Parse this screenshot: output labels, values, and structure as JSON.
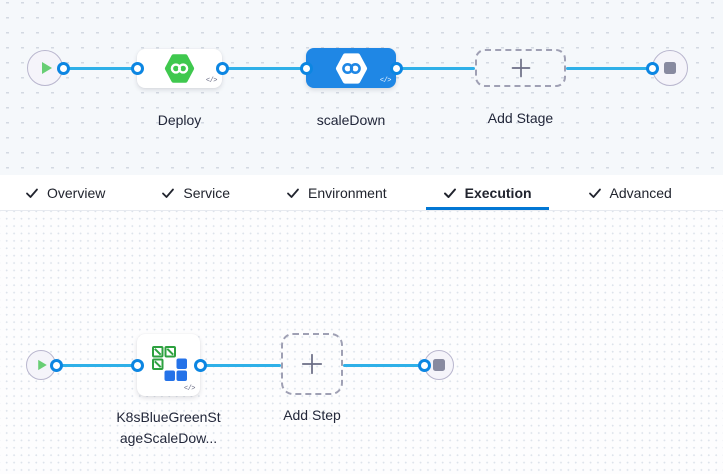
{
  "icons": {
    "code_glyph": "</>"
  },
  "pipeline": {
    "start_node": {
      "icon": "play-icon"
    },
    "end_node": {
      "icon": "stop-icon"
    },
    "stages": [
      {
        "label": "Deploy",
        "type": "cd-stage",
        "icon": "harness-cd-hexagon-icon",
        "selected": false
      },
      {
        "label": "scaleDown",
        "type": "cd-stage",
        "icon": "harness-cd-hexagon-icon",
        "selected": true
      },
      {
        "label": "Add Stage",
        "type": "add-placeholder",
        "icon": "plus-icon"
      }
    ]
  },
  "tabs": [
    {
      "label": "Overview",
      "checked": true,
      "active": false
    },
    {
      "label": "Service",
      "checked": true,
      "active": false
    },
    {
      "label": "Environment",
      "checked": true,
      "active": false
    },
    {
      "label": "Execution",
      "checked": true,
      "active": true
    },
    {
      "label": "Advanced",
      "checked": true,
      "active": false
    }
  ],
  "execution": {
    "start_node": {
      "icon": "play-icon"
    },
    "end_node": {
      "icon": "stop-icon"
    },
    "steps": [
      {
        "label": "K8sBlueGreenStageScaleDow...",
        "type": "k8s-blue-green-step",
        "icon": "k8s-blue-green-icon"
      },
      {
        "label": "Add Step",
        "type": "add-placeholder",
        "icon": "plus-icon"
      }
    ]
  },
  "colors": {
    "edge": "#2fb0e8",
    "connector_ring": "#0c86e2",
    "selected_stage": "#1f87e5",
    "cd_green": "#3fc84e",
    "tab_underline": "#0277d4",
    "k8s_green": "#2da13f",
    "k8s_blue": "#2472e8"
  }
}
